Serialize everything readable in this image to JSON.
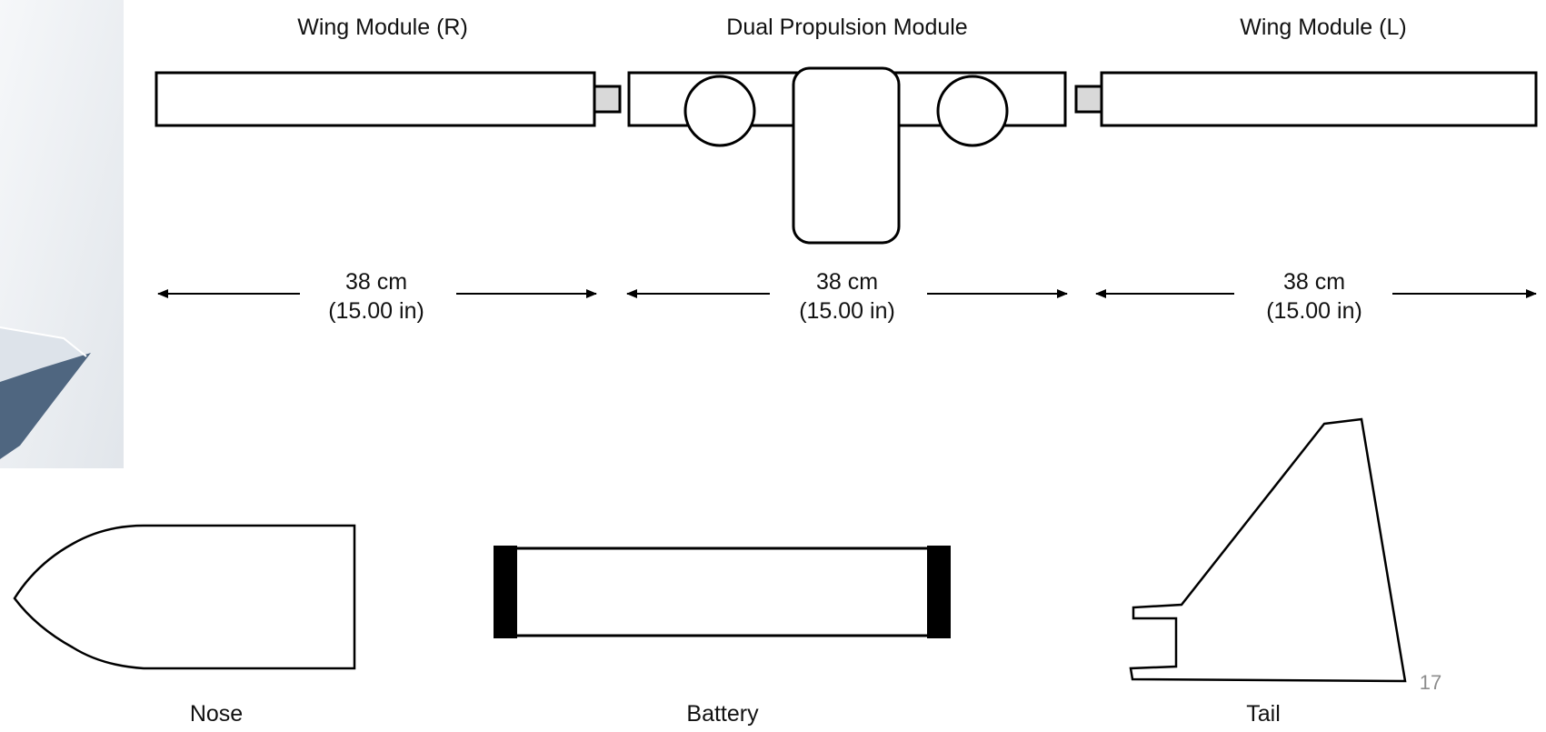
{
  "labels": {
    "wing_right": "Wing Module (R)",
    "dual_propulsion": "Dual Propulsion Module",
    "wing_left": "Wing Module (L)",
    "nose": "Nose",
    "battery": "Battery",
    "tail": "Tail"
  },
  "dimensions": [
    {
      "metric": "38 cm",
      "imperial": "(15.00 in)"
    },
    {
      "metric": "38 cm",
      "imperial": "(15.00 in)"
    },
    {
      "metric": "38 cm",
      "imperial": "(15.00 in)"
    }
  ],
  "page_number": "17",
  "colors": {
    "stroke": "#000000",
    "connector_fill": "#d9d9d9",
    "photo_fragment": "#5a6f86",
    "page_number": "#8c8c8c"
  }
}
